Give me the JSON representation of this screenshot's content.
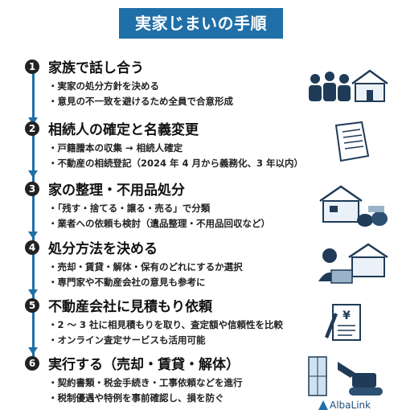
{
  "title": "実家じまいの手順",
  "steps": [
    {
      "num": "1",
      "title": "家族で話し合う",
      "bullets": [
        "・実家の処分方針を決める",
        "・意見の不一致を避けるため全員で合意形成"
      ]
    },
    {
      "num": "2",
      "title": "相続人の確定と名義変更",
      "bullets": [
        "・戸籍謄本の収集 → 相続人確定",
        "・不動産の相続登記（2024 年 4 月から義務化、3 年以内）"
      ]
    },
    {
      "num": "3",
      "title": "家の整理・不用品処分",
      "bullets": [
        "・「残す・捨てる・譲る・売る」で分類",
        "・業者への依頼も検討（遺品整理・不用品回収など）"
      ]
    },
    {
      "num": "4",
      "title": "処分方法を決める",
      "bullets": [
        "・売却・賃貸・解体・保有のどれにするか選択",
        "・専門家や不動産会社の意見も参考に"
      ]
    },
    {
      "num": "5",
      "title": "不動産会社に見積もり依頼",
      "bullets": [
        "・2 ～ 3 社に相見積もりを取り、査定額や信頼性を比較",
        "・オンライン査定サービスも活用可能"
      ]
    },
    {
      "num": "6",
      "title": "実行する（売却・賃貸・解体）",
      "bullets": [
        "・契約書類・税金手続き・工事依頼などを進行",
        "・税制優遇や特例を事前確認し、損を防ぐ"
      ]
    }
  ],
  "brand": {
    "name": "AlbaLink",
    "color": "#1f6fa8"
  },
  "icons": [
    "family-house-icon",
    "document-icon",
    "house-trash-icon",
    "person-laptop-house-icon",
    "yen-estimate-icon",
    "excavator-building-icon",
    "albalink-logo-icon"
  ]
}
